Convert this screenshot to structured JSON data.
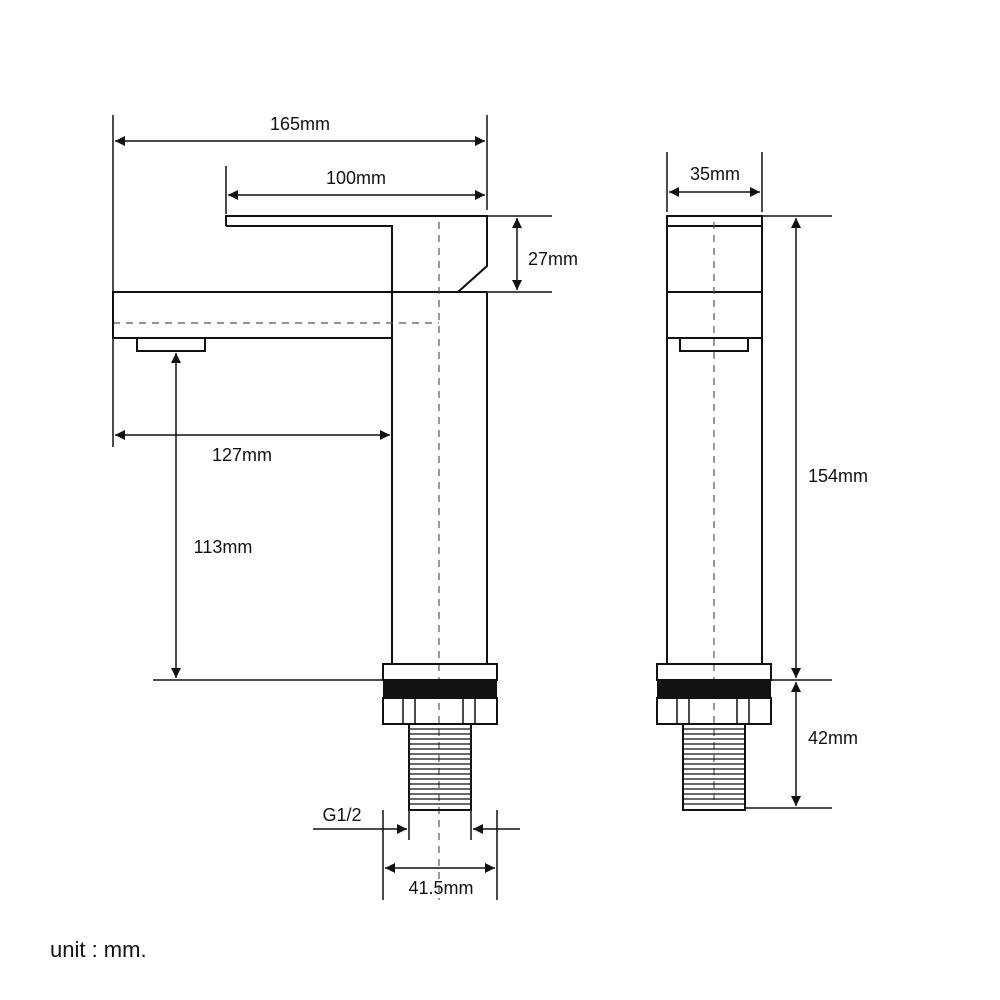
{
  "dimensions": {
    "total_length": "165mm",
    "handle_length": "100mm",
    "handle_height": "27mm",
    "spout_reach": "127mm",
    "spout_height": "113mm",
    "body_width": "35mm",
    "body_height": "154mm",
    "base_height": "42mm",
    "thread": "G1/2",
    "base_width": "41.5mm"
  },
  "unit_note": "unit : mm."
}
